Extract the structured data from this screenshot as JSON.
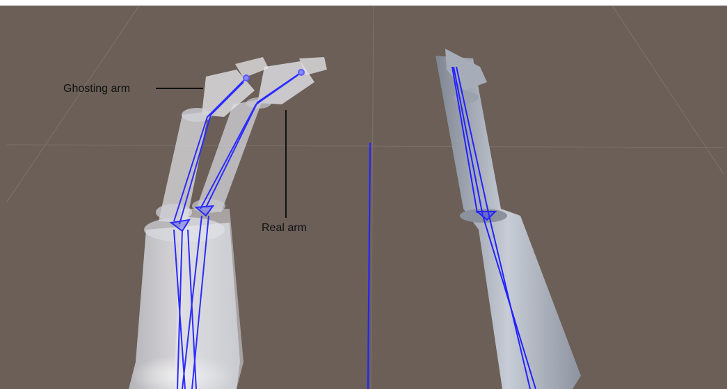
{
  "annotations": {
    "ghosting_arm": "Ghosting arm",
    "real_arm": "Real arm"
  },
  "colors": {
    "background": "#6b5f57",
    "bone_wire": "#2b2bff",
    "ghost_arm_fill": "#ececf2",
    "real_arm_fill": "#d0d4dc",
    "right_arm_fill": "#9aa1ad",
    "annotation_line": "#111111"
  },
  "scene_elements": [
    "ghosting-arm-mesh",
    "real-arm-mesh",
    "bone-gizmo-lines",
    "center-bone-line",
    "right-arm-mesh",
    "floor-grid"
  ]
}
